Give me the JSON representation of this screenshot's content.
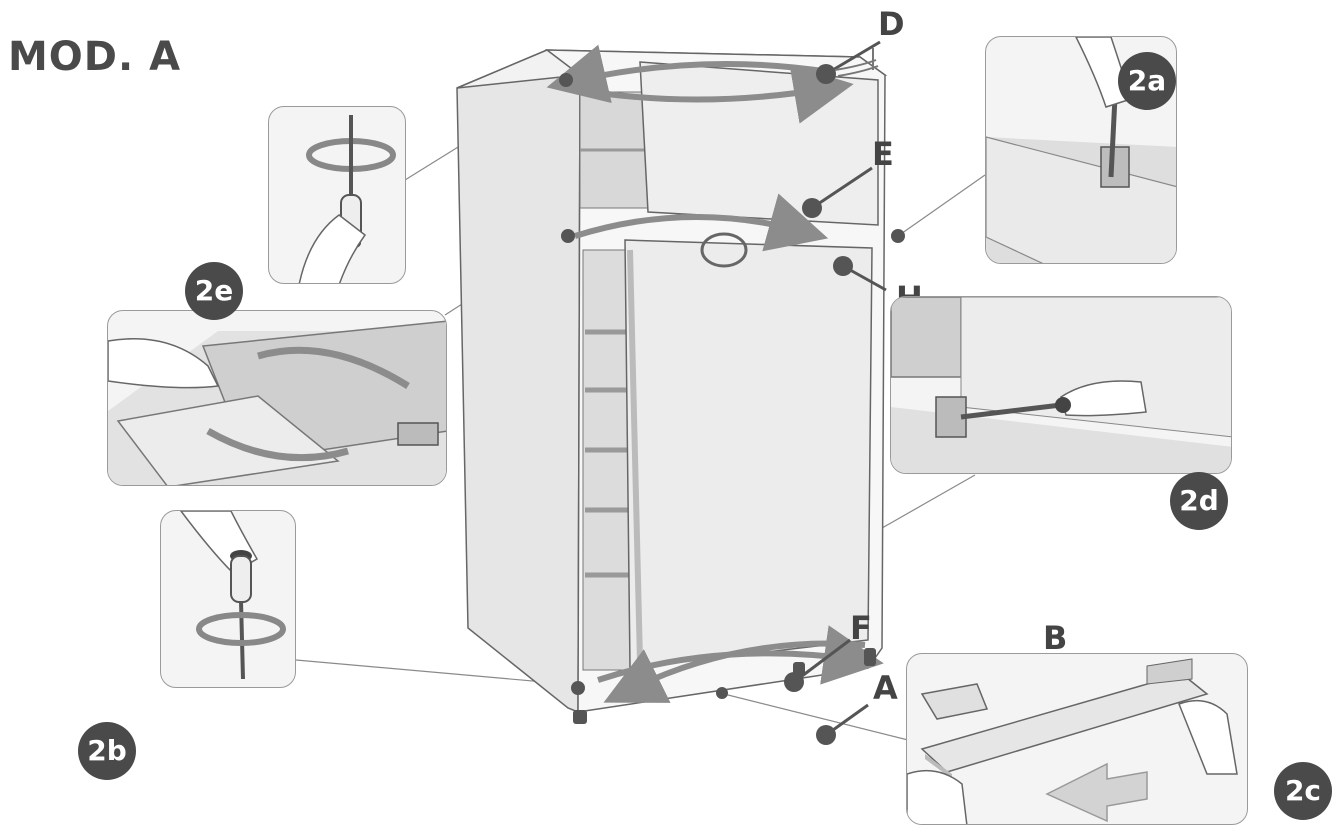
{
  "title": "MOD. A",
  "labels": {
    "D": "D",
    "E": "E",
    "H": "H",
    "F": "F",
    "B": "B",
    "A": "A"
  },
  "steps": {
    "s2a": "2a",
    "s2b": "2b",
    "s2c": "2c",
    "s2d": "2d",
    "s2e": "2e"
  },
  "colors": {
    "ink": "#4a4a4a",
    "panel_border": "#9a9a9a",
    "panel_fill": "#f4f4f4",
    "fridge_body": "#f0f0f0",
    "arrow": "#8c8c8c"
  }
}
